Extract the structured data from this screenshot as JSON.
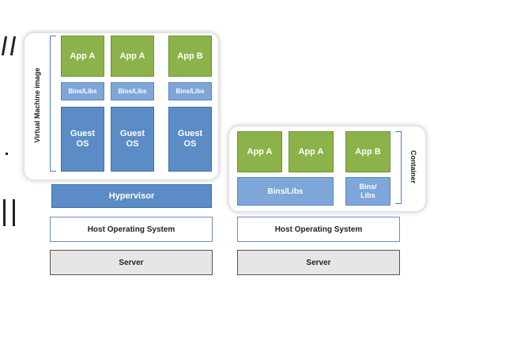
{
  "vm_stack": {
    "label": "Virtual Machine image",
    "apps": [
      "App A",
      "App A",
      "App B"
    ],
    "bins": [
      "Bins/Libs",
      "Bins/Libs",
      "Bins/Libs"
    ],
    "guest_os": [
      "Guest\nOS",
      "Guest\nOS",
      "Guest\nOS"
    ],
    "hypervisor": "Hypervisor",
    "host_os": "Host Operating System",
    "server": "Server"
  },
  "container_stack": {
    "label": "Container",
    "apps": [
      "App A",
      "App A",
      "App B"
    ],
    "bins_shared": "Bins/Libs",
    "bins_single": "Bins/\nLibs",
    "host_os": "Host Operating System",
    "server": "Server"
  },
  "colors": {
    "app": "#8cb24a",
    "bins": "#7ea6d8",
    "guest_os": "#5b8cc6",
    "bracket": "#4a7fbf",
    "server": "#e6e6e6"
  }
}
